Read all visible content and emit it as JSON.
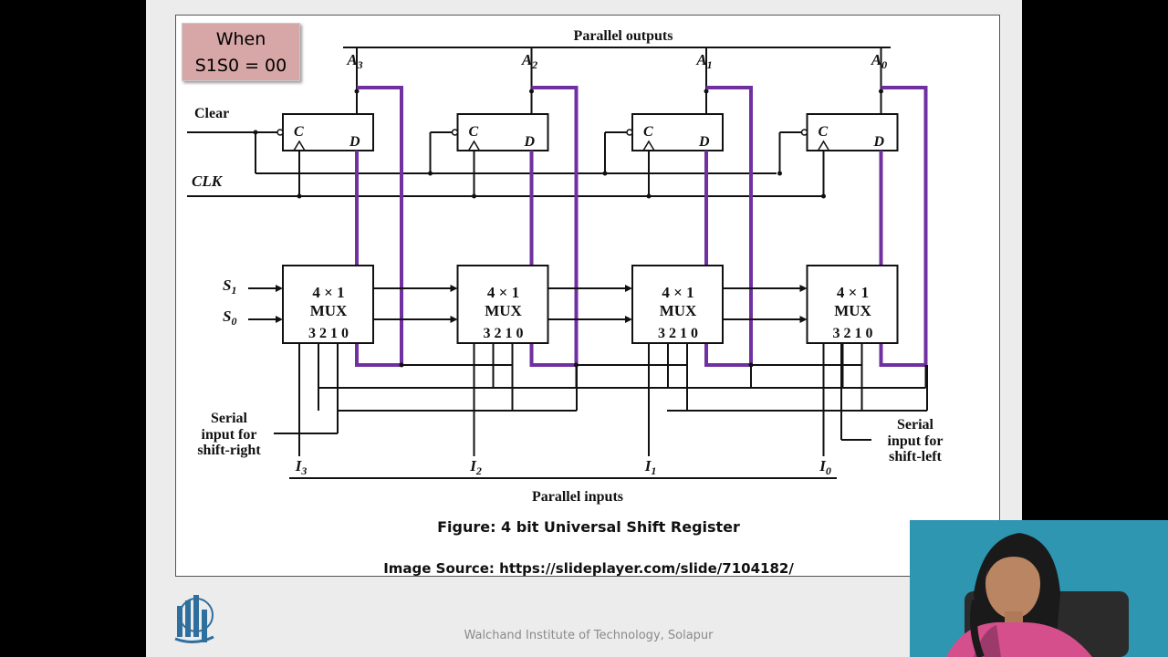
{
  "condition_box": {
    "line1": "When",
    "line2": "S1S0 = 00"
  },
  "diagram": {
    "parallel_outputs_label": "Parallel outputs",
    "parallel_inputs_label": "Parallel inputs",
    "clear_label": "Clear",
    "clk_label": "CLK",
    "s1_label": "S",
    "s1_sub": "1",
    "s0_label": "S",
    "s0_sub": "0",
    "outputs": [
      {
        "name": "A",
        "sub": "3"
      },
      {
        "name": "A",
        "sub": "2"
      },
      {
        "name": "A",
        "sub": "1"
      },
      {
        "name": "A",
        "sub": "0"
      }
    ],
    "inputs": [
      {
        "name": "I",
        "sub": "3"
      },
      {
        "name": "I",
        "sub": "2"
      },
      {
        "name": "I",
        "sub": "1"
      },
      {
        "name": "I",
        "sub": "0"
      }
    ],
    "flipflop_c": "C",
    "flipflop_d": "D",
    "mux_line1": "4 × 1",
    "mux_line2": "MUX",
    "mux_pins": "3 2 1 0",
    "serial_right": [
      "Serial",
      "input for",
      "shift-right"
    ],
    "serial_left": [
      "Serial",
      "input for",
      "shift-left"
    ]
  },
  "caption": "Figure: 4 bit Universal Shift Register",
  "source": "Image Source: https://slideplayer.com/slide/7104182/",
  "footer": "Walchand Institute of Technology, Solapur",
  "colors": {
    "highlight": "#7030a0",
    "condition_box": "#d7a6a6",
    "webcam_bg": "#2e96b0"
  }
}
